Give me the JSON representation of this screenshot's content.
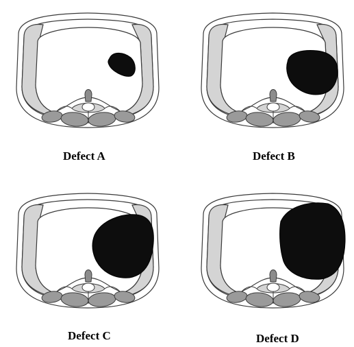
{
  "colors": {
    "body_fill": "#ffffff",
    "rib_band": "#d4d4d4",
    "muscle": "#9a9a9a",
    "vertebra": "#8c8c8c",
    "outline": "#3a3a3a",
    "defect": "#0d0d0d"
  },
  "panels": [
    {
      "label": "Defect A"
    },
    {
      "label": "Defect B"
    },
    {
      "label": "Defect C"
    },
    {
      "label": "Defect D"
    }
  ]
}
